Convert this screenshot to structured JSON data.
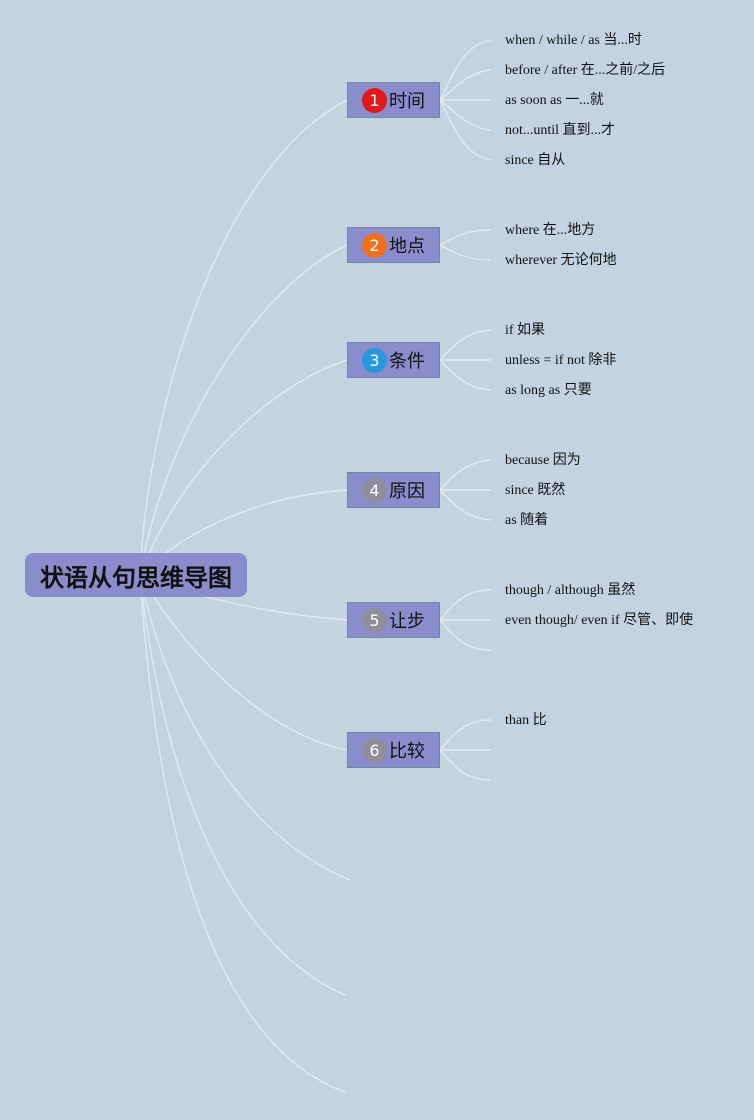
{
  "root": {
    "title": "状语从句思维导图"
  },
  "branches": [
    {
      "badge": "1",
      "badge_color": "#e01a1a",
      "label": "时间",
      "items": [
        "when / while / as 当...时",
        "before / after 在...之前/之后",
        "as soon as 一...就",
        "not...until 直到...才",
        "since 自从"
      ]
    },
    {
      "badge": "2",
      "badge_color": "#f07020",
      "label": "地点",
      "items": [
        "where 在...地方",
        "wherever 无论何地"
      ]
    },
    {
      "badge": "3",
      "badge_color": "#2a98de",
      "label": "条件",
      "items": [
        "if 如果",
        "unless = if not 除非",
        "as long as 只要"
      ]
    },
    {
      "badge": "4",
      "badge_color": "#8e8e9c",
      "label": "原因",
      "items": [
        "because 因为",
        "since 既然",
        "as 随着"
      ]
    },
    {
      "badge": "5",
      "badge_color": "#8e8e9c",
      "label": "让步",
      "items": [
        "though / although 虽然",
        "even though/ even if 尽管、即使"
      ]
    },
    {
      "badge": "6",
      "badge_color": "#8e8e9c",
      "label": "比较",
      "items": [
        "than 比"
      ]
    }
  ]
}
